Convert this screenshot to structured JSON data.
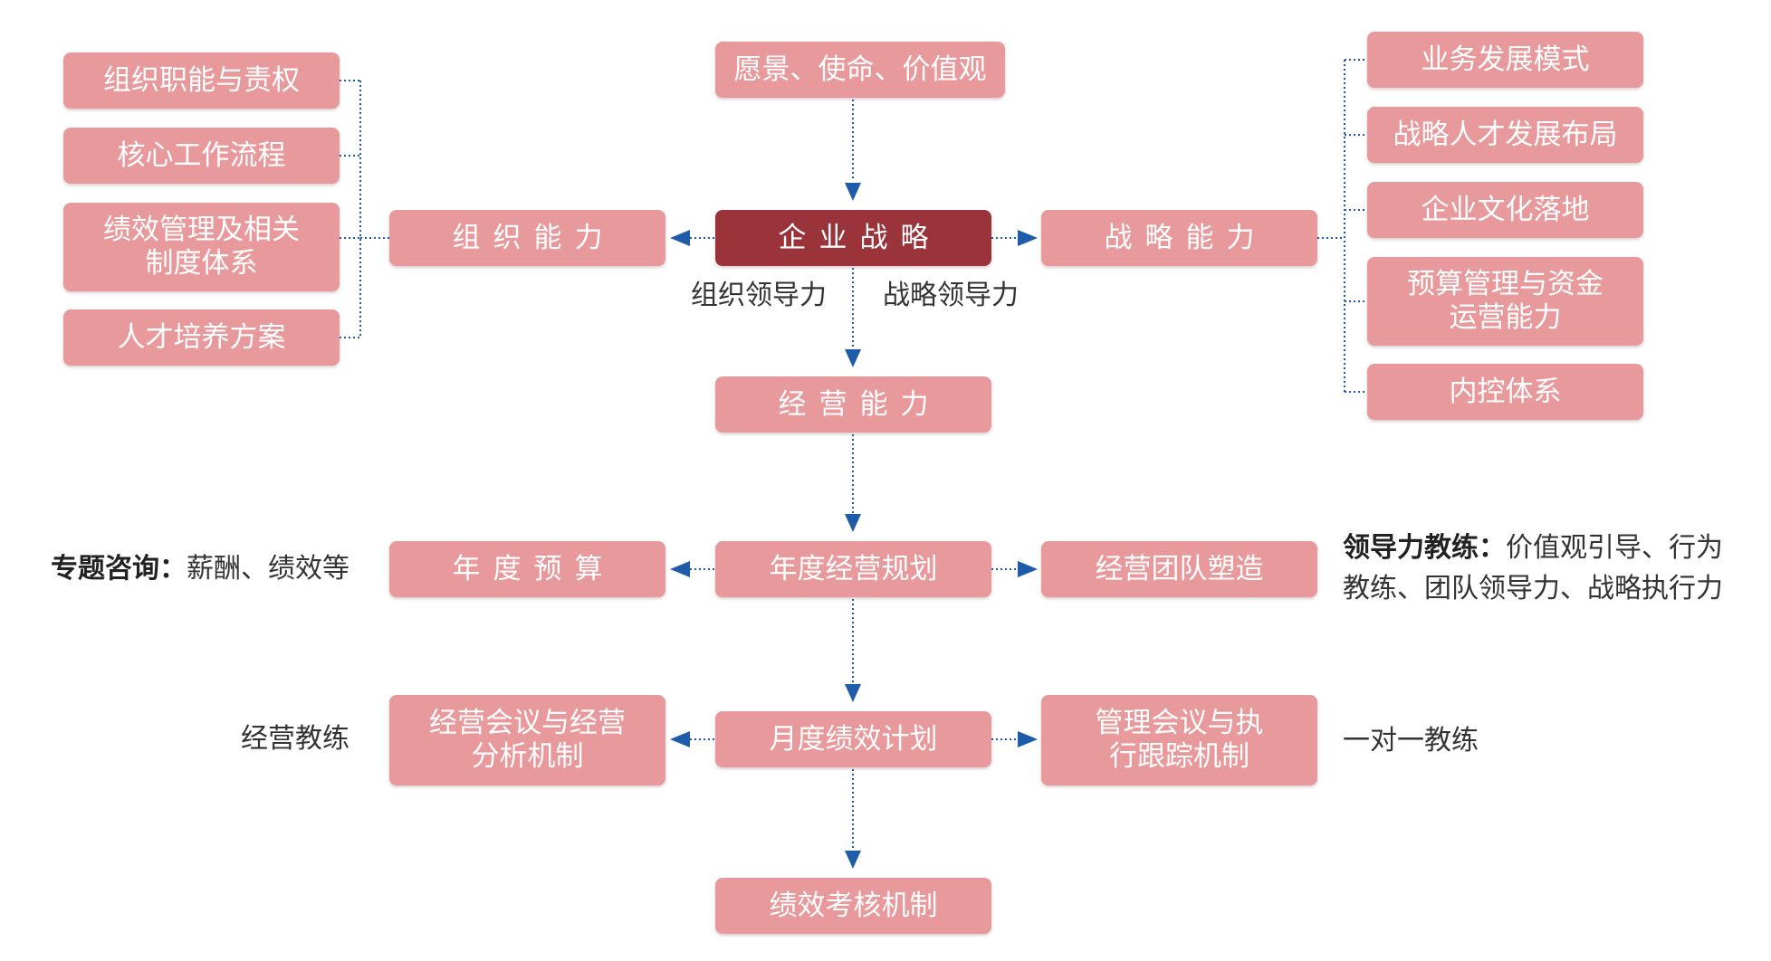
{
  "colors": {
    "box": "#e8999c",
    "core": "#9b333b",
    "line": "#1e5ba8",
    "text": "#333333"
  },
  "top": {
    "vision": "愿景、使命、价值观"
  },
  "center": {
    "strategy": "企业战略",
    "operations": "经营能力",
    "annual_plan": "年度经营规划",
    "monthly_plan": "月度绩效计划",
    "appraisal": "绩效考核机制"
  },
  "left": {
    "org_capability": "组织能力",
    "items": [
      "组织职能与责权",
      "核心工作流程",
      "绩效管理及相关\n制度体系",
      "人才培养方案"
    ],
    "budget": "年度预算",
    "meeting": "经营会议与经营\n分析机制"
  },
  "right": {
    "strategy_capability": "战略能力",
    "items": [
      "业务发展模式",
      "战略人才发展布局",
      "企业文化落地",
      "预算管理与资金\n运营能力",
      "内控体系"
    ],
    "team": "经营团队塑造",
    "mgmt_meeting": "管理会议与执\n行跟踪机制"
  },
  "labels": {
    "org_leadership": "组织领导力",
    "strategy_leadership": "战略领导力",
    "consulting_title": "专题咨询：",
    "consulting_text": "薪酬、绩效等",
    "coaching_title": "领导力教练：",
    "coaching_line1": "价值观引导、行为",
    "coaching_line2": "教练、团队领导力、战略执行力",
    "ops_coach": "经营教练",
    "one_on_one": "一对一教练"
  }
}
